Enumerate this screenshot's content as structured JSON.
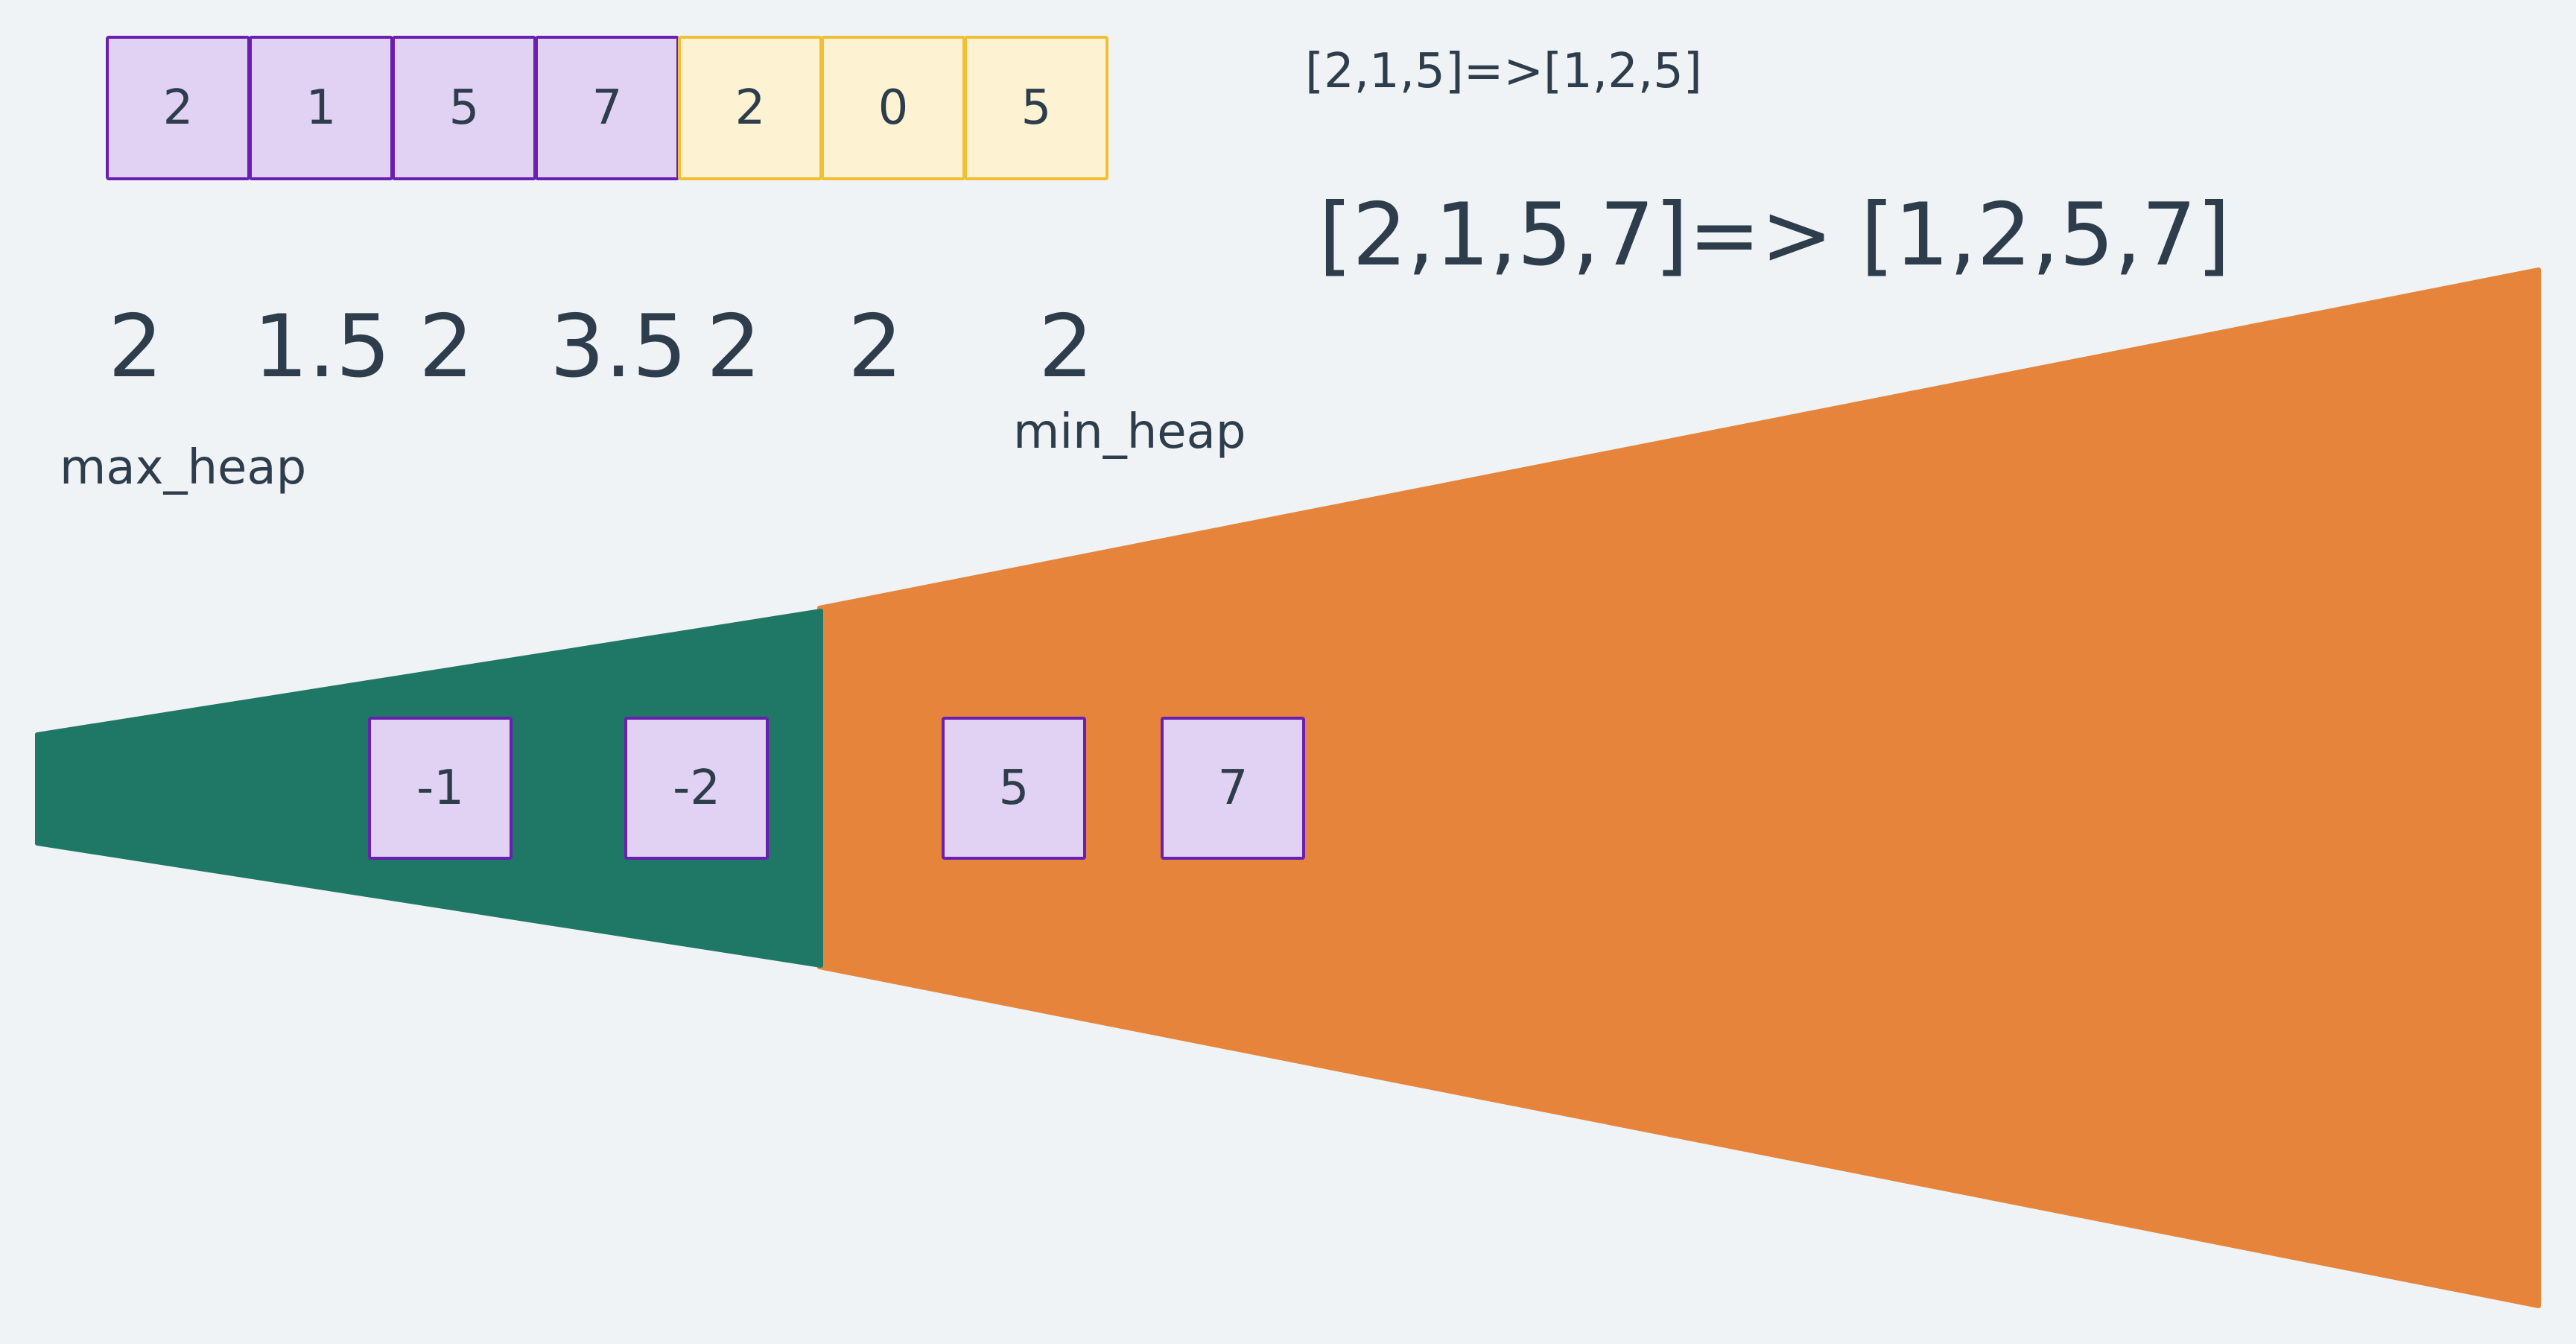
{
  "array": {
    "cells": [
      {
        "value": "2",
        "style": "processed"
      },
      {
        "value": "1",
        "style": "processed"
      },
      {
        "value": "5",
        "style": "processed"
      },
      {
        "value": "7",
        "style": "processed"
      },
      {
        "value": "2",
        "style": "pending"
      },
      {
        "value": "0",
        "style": "pending"
      },
      {
        "value": "5",
        "style": "pending"
      }
    ]
  },
  "medians": [
    "2",
    "1.5",
    "2",
    "3.5",
    "2",
    "2",
    "2"
  ],
  "labels": {
    "max_heap": "max_heap",
    "min_heap": "min_heap"
  },
  "notes": {
    "small": "[2,1,5]=>[1,2,5]",
    "big": "[2,1,5,7]=> [1,2,5,7]"
  },
  "max_heap_items": [
    "-1",
    "-2"
  ],
  "min_heap_items": [
    "5",
    "7"
  ],
  "colors": {
    "background": "#eff3f6",
    "max_heap_fill": "#1f7866",
    "min_heap_fill": "#e6843b",
    "processed_cell_fill": "#e1d1f3",
    "processed_cell_border": "#6a1fb0",
    "pending_cell_fill": "#fdf3d2",
    "pending_cell_border": "#f1bf33",
    "text": "#2e3d4c"
  }
}
